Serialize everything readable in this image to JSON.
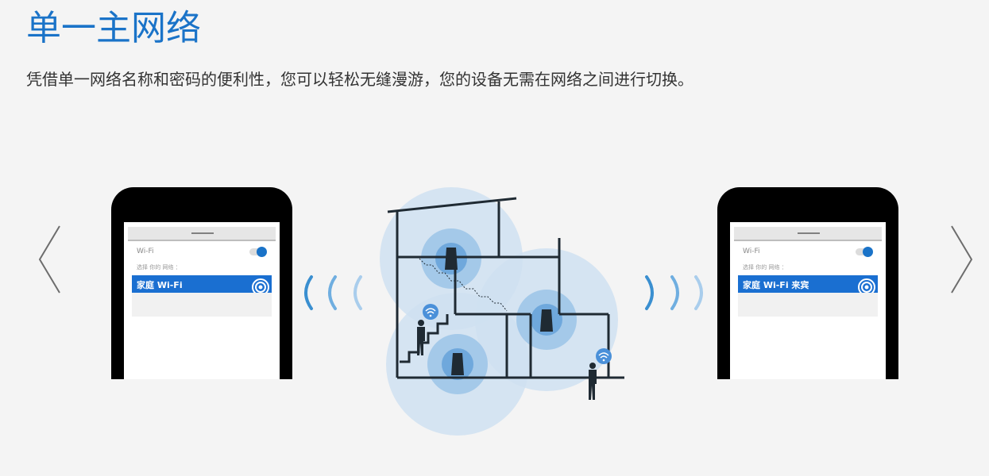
{
  "page": {
    "title": "单一主网络",
    "subtitle": "凭借单一网络名称和密码的便利性，您可以轻松无缝漫游，您的设备无需在网络之间进行切换。"
  },
  "nav": {
    "prev_icon": "chevron-left-icon",
    "next_icon": "chevron-right-icon"
  },
  "phones": [
    {
      "wifi_label": "Wi-Fi",
      "choose_label": "选择  你的 网络  ：",
      "network_name": "家庭  Wi-Fi",
      "wifi_toggle_on": true
    },
    {
      "wifi_label": "Wi-Fi",
      "choose_label": "选择  你的 网络  ：",
      "network_name": "家庭  Wi-Fi 来宾",
      "wifi_toggle_on": true
    }
  ],
  "colors": {
    "accent": "#1a73c8",
    "network_row": "#1a6fd1",
    "coverage": "#9ec3e6",
    "wave": "#3a8fd0"
  }
}
